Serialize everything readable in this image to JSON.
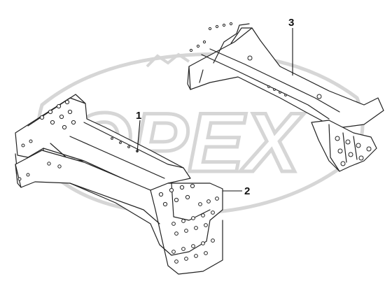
{
  "watermark": {
    "text": "OPEX",
    "color": "#d6d6d6"
  },
  "callouts": [
    {
      "id": "1",
      "label": "1"
    },
    {
      "id": "2",
      "label": "2"
    },
    {
      "id": "3",
      "label": "3"
    }
  ],
  "colors": {
    "line": "#222222",
    "background": "#ffffff"
  }
}
